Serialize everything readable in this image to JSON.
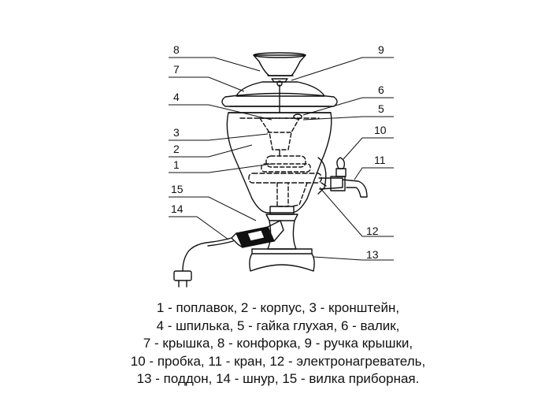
{
  "diagram": {
    "callouts": [
      "1",
      "2",
      "3",
      "4",
      "5",
      "6",
      "7",
      "8",
      "9",
      "10",
      "11",
      "12",
      "13",
      "14",
      "15"
    ]
  },
  "legend": {
    "lines": [
      "1 - поплавок, 2 - корпус, 3 - кронштейн,",
      "4 - шпилька, 5 - гайка глухая, 6 - валик,",
      "7 - крышка, 8 - конфорка, 9 - ручка крышки,",
      "10 - пробка, 11 - кран, 12 - электронагреватель,",
      "13 - поддон, 14 - шнур, 15 - вилка приборная."
    ]
  }
}
